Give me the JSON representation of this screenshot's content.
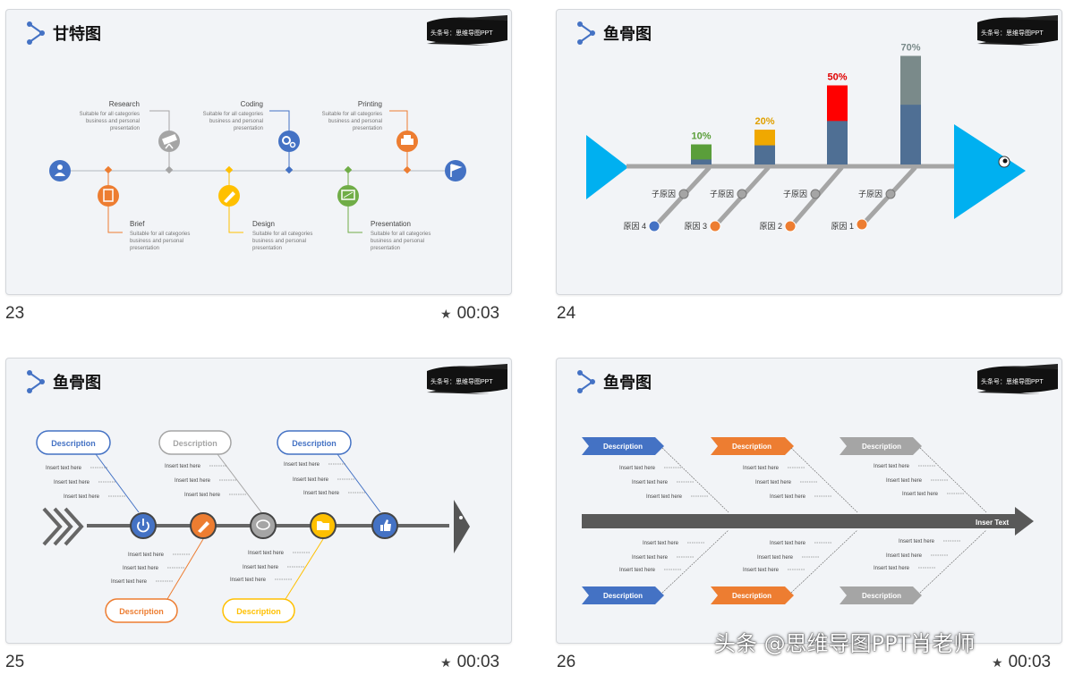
{
  "slides": [
    {
      "number": "23",
      "time": "00:03",
      "title": "甘特图",
      "brush_label": "头条号：思维导图PPT",
      "milestones_top": [
        {
          "title": "Research",
          "desc": [
            "Suitable for all categories",
            "business and personal",
            "presentation"
          ]
        },
        {
          "title": "Coding",
          "desc": [
            "Suitable for all categories",
            "business and personal",
            "presentation"
          ]
        },
        {
          "title": "Printing",
          "desc": [
            "Suitable for all categories",
            "business and personal",
            "presentation"
          ]
        }
      ],
      "milestones_bottom": [
        {
          "title": "Brief",
          "desc": [
            "Suitable for all categories",
            "business and personal",
            "presentation"
          ]
        },
        {
          "title": "Design",
          "desc": [
            "Suitable for all categories",
            "business and personal",
            "presentation"
          ]
        },
        {
          "title": "Presentation",
          "desc": [
            "Suitable for all categories",
            "business and personal",
            "presentation"
          ]
        }
      ]
    },
    {
      "number": "24",
      "time": "",
      "title": "鱼骨图",
      "brush_label": "头条号：思维导图PPT",
      "bars": [
        {
          "pct": "10%",
          "value": 10,
          "color": "#5a9e3a",
          "pct_color": "#5a9e3a"
        },
        {
          "pct": "20%",
          "value": 20,
          "color": "#f0a800",
          "pct_color": "#e0a000"
        },
        {
          "pct": "50%",
          "value": 50,
          "color": "#ff0000",
          "pct_color": "#e00000"
        },
        {
          "pct": "70%",
          "value": 70,
          "color": "#7a8a8a",
          "pct_color": "#7a8a8a"
        }
      ],
      "sub_cause_label": "子原因",
      "causes": [
        "原因 4",
        "原因 3",
        "原因 2",
        "原因 1"
      ]
    },
    {
      "number": "25",
      "time": "00:03",
      "title": "鱼骨图",
      "brush_label": "头条号：思维导图PPT",
      "descriptions_top": [
        "Description",
        "Description",
        "Description"
      ],
      "descriptions_bottom": [
        "Description",
        "Description"
      ],
      "insert_text": "Insert text here"
    },
    {
      "number": "26",
      "time": "00:03",
      "title": "鱼骨图",
      "brush_label": "头条号：思维导图PPT",
      "descriptions_top": [
        "Description",
        "Description",
        "Description"
      ],
      "descriptions_bottom": [
        "Description",
        "Description",
        "Description"
      ],
      "insert_text": "Insert text here",
      "arrow_label": "Inser Text"
    }
  ],
  "colors": {
    "blue": "#4472c4",
    "orange": "#ed7d31",
    "gray": "#a5a5a5",
    "yellow": "#ffc000",
    "green": "#70ad47",
    "cyan": "#00b0f0"
  },
  "watermark": "头条 @思维导图PPT肖老师"
}
